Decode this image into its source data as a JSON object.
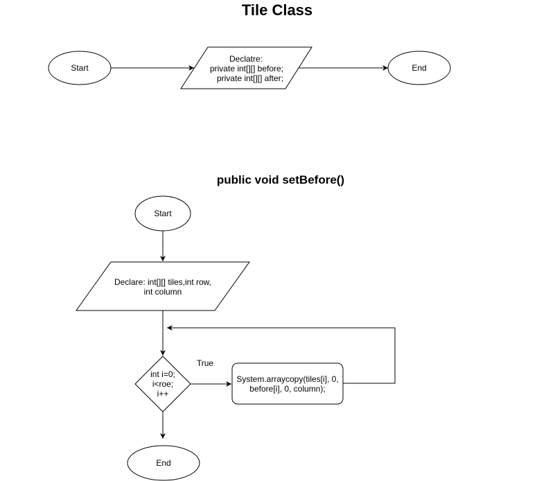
{
  "diagram1": {
    "title": "Tile Class",
    "start": "Start",
    "declare": [
      "Declatre:",
      "private int[][] before;",
      "private int[][] after;"
    ],
    "end": "End"
  },
  "diagram2": {
    "title": "public void setBefore()",
    "start": "Start",
    "declare": [
      "Declare: int[][] tiles,int row,",
      "int column"
    ],
    "loop": [
      "int i=0;",
      "i<roe;",
      "i++"
    ],
    "true_label": "True",
    "process": [
      "System.arraycopy(tiles[i], 0,",
      "before[i], 0, column);"
    ],
    "end": "End"
  },
  "colors": {
    "stroke": "#000000",
    "fill": "#ffffff"
  }
}
